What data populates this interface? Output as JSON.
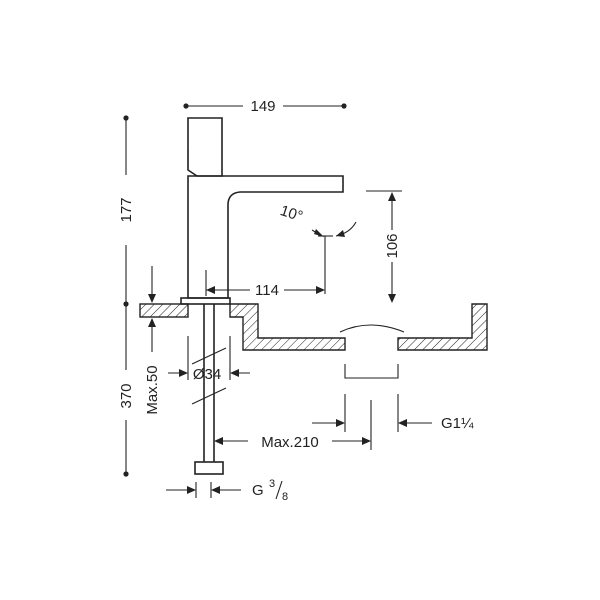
{
  "dimensions": {
    "top_width": "149",
    "total_height_upper": "177",
    "total_height_lower": "370",
    "max_deck": "Max.50",
    "spout_reach": "114",
    "spout_height": "106",
    "angle": "10°",
    "hole_diameter": "Ø34",
    "max_hose": "Max.210",
    "waste_thread": "G1",
    "waste_fraction": "¼",
    "inlet_thread": "G",
    "inlet_num": "3",
    "inlet_den": "8"
  },
  "colors": {
    "line": "#222222",
    "background": "#ffffff"
  }
}
